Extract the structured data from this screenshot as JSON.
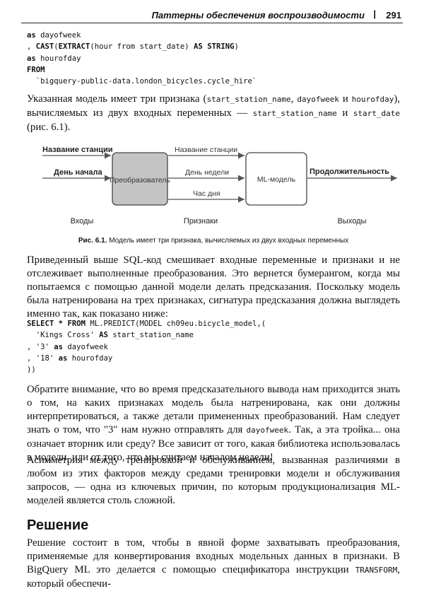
{
  "running_head": {
    "title": "Паттерны обеспечения воспроизводимости",
    "separator": "|",
    "page_number": "291"
  },
  "code_top": {
    "l1_kw": "as",
    "l1_rest": " dayofweek",
    "l2_pre": ", ",
    "l2_cast": "CAST",
    "l2_open": "(",
    "l2_extract": "EXTRACT",
    "l2_mid": "(hour from start_date) ",
    "l2_as": "AS",
    "l2_sp": " ",
    "l2_string": "STRING",
    "l2_close": ")",
    "l3_kw": "as",
    "l3_rest": " hourofday",
    "l4_kw": "FROM",
    "l5": "`bigquery-public-data.london_bicycles.cycle_hire`"
  },
  "para1": {
    "t1": "Указанная модель имеет три признака (",
    "c1": "start_station_name",
    "t2": ", ",
    "c2": "dayofweek",
    "t3": " и ",
    "c3": "hourofday",
    "t4": "), вычисляемых из двух входных переменных — ",
    "c4": "start_station_name",
    "t5": " и ",
    "c5": "start_date",
    "t6": " (рис. 6.1)."
  },
  "diagram": {
    "input_station": "Название станции",
    "input_start_day": "День начала",
    "transformer": "Преобразователь",
    "feature_station": "Название станции",
    "feature_weekday": "День недели",
    "feature_hour": "Час дня",
    "model": "ML-модель",
    "output_duration": "Продолжительность",
    "col_inputs": "Входы",
    "col_features": "Признаки",
    "col_outputs": "Выходы",
    "colors": {
      "transformer_fill": "#c4c4c4",
      "box_stroke": "#444444",
      "arrow": "#555555"
    }
  },
  "caption": {
    "label": "Рис. 6.1.",
    "text": " Модель имеет три признака, вычисляемых из двух входных переменных"
  },
  "para2": {
    "text": "Приведенный выше SQL-код смешивает входные переменные и признаки и не отслеживает выполненные преобразования. Это вернется бумерангом, когда мы попытаемся с помощью данной модели делать предсказания. Поскольку модель была натренирована на трех признаках, сигнатура предсказания должна выглядеть именно так, как показано ниже:"
  },
  "code_mid": {
    "l1_select": "SELECT",
    "l1_sp": " ",
    "l1_star": "*",
    "l1_sp2": " ",
    "l1_from": "FROM",
    "l1_rest": " ML.PREDICT(MODEL ch09eu.bicycle_model,(",
    "l2_pre": "  'Kings Cross' ",
    "l2_as": "AS",
    "l2_rest": " start_station_name",
    "l3_pre": ", '3' ",
    "l3_as": "as",
    "l3_rest": " dayofweek",
    "l4_pre": ", '18' ",
    "l4_as": "as",
    "l4_rest": " hourofday",
    "l5": "))"
  },
  "para3": {
    "t1": "Обратите внимание, что во время предсказательного вывода нам приходится знать о том, на каких признаках модель была натренирована, как они должны интерпретироваться, а также детали примененных преобразований. Нам следует знать о том, что \"3\" нам нужно отправлять для ",
    "c1": "dayofweek",
    "t2": ". Так, а эта тройка... она означает вторник или среду? Все зависит от того, какая библиотека использовалась в модели, или от того, что мы считаем началом недели!"
  },
  "para4": {
    "text": "Асимметрия между тренировкой и обслуживанием, вызванная различиями в любом из этих факторов между средами тренировки модели и обслуживания запросов, — одна из ключевых причин, по которым продукционализация ML-моделей является столь сложной."
  },
  "heading": {
    "text": "Решение"
  },
  "para5": {
    "t1": "Решение состоит в том, чтобы в явной форме захватывать преобразования, применяемые для конвертирования входных модельных данных в признаки. В BigQuery ML это делается с помощью спецификатора инструкции ",
    "c1": "TRANSFORM",
    "t2": ", который обеспечи-"
  }
}
